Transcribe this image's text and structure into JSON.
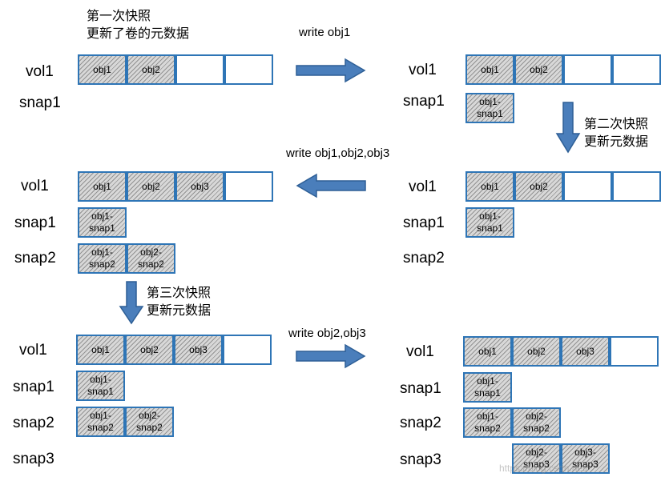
{
  "notes": {
    "snap1": [
      "第一次快照",
      "更新了卷的元数据"
    ],
    "snap2": [
      "第二次快照",
      "更新元数据"
    ],
    "snap3": [
      "第三次快照",
      "更新元数据"
    ]
  },
  "writes": {
    "w1": "write obj1",
    "w2": "write obj1,obj2,obj3",
    "w3": "write obj2,obj3"
  },
  "labels": {
    "vol1": "vol1",
    "snap1": "snap1",
    "snap2": "snap2",
    "snap3": "snap3"
  },
  "cells": {
    "obj1": "obj1",
    "obj2": "obj2",
    "obj3": "obj3",
    "obj1_snap1": "obj1-\nsnap1",
    "obj1_snap2": "obj1-\nsnap2",
    "obj2_snap2": "obj2-\nsnap2",
    "obj2_snap3": "obj2-\nsnap3",
    "obj3_snap3": "obj3-\nsnap3"
  },
  "colors": {
    "border": "#2e75b6",
    "arrow_fill": "#4a7ebb",
    "arrow_stroke": "#2e5f96",
    "hatch": "#d8d8d8"
  },
  "watermark": "https://blog.csdn.net/"
}
